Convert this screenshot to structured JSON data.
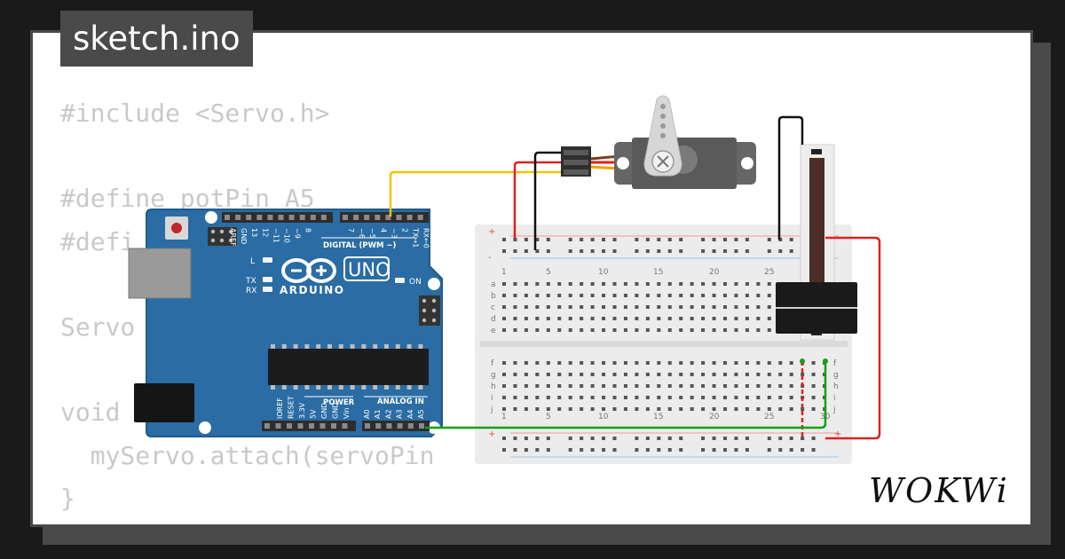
{
  "tab": {
    "filename": "sketch.ino"
  },
  "code_lines": [
    "#include <Servo.h>",
    "",
    "#define potPin A5",
    "#defi",
    "",
    "Servo",
    "",
    "void",
    "  myServo.attach(servoPin",
    "}"
  ],
  "arduino": {
    "brand": "ARDUINO",
    "model": "UNO",
    "digital_label": "DIGITAL (PWM ~)",
    "power_label": "POWER",
    "analog_label": "ANALOG IN",
    "led_l": "L",
    "led_tx": "TX",
    "led_rx": "RX",
    "led_on": "ON",
    "digital_pins": [
      "AREF",
      "GND",
      "13",
      "12",
      "~11",
      "~10",
      "~9",
      "8",
      "7",
      "~6",
      "~5",
      "4",
      "~3",
      "2",
      "TX→1",
      "RX←0"
    ],
    "power_pins": [
      "IOREF",
      "RESET",
      "3.3V",
      "5V",
      "GND",
      "GND",
      "Vin"
    ],
    "analog_pins": [
      "A0",
      "A1",
      "A2",
      "A3",
      "A4",
      "A5"
    ]
  },
  "breadboard": {
    "column_numbers": [
      "1",
      "5",
      "10",
      "15",
      "20",
      "25",
      "30"
    ],
    "rows_top": [
      "a",
      "b",
      "c",
      "d",
      "e"
    ],
    "rows_bottom": [
      "f",
      "g",
      "h",
      "i",
      "j"
    ],
    "plus": "+",
    "minus": "-"
  },
  "brand": {
    "logo_text": "WOKWi"
  },
  "colors": {
    "board": "#2a6ca3",
    "board_dark": "#1f5a8c",
    "wire_signal": "#f5c400",
    "wire_power": "#e02020",
    "wire_ground": "#111111",
    "wire_analog": "#16a016",
    "servo_body": "#5a5a5a",
    "breadboard": "#ececec",
    "code_text": "#c9c9c9"
  }
}
